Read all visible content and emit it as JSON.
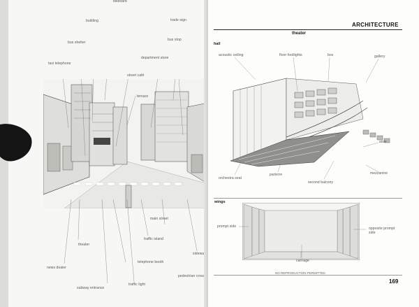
{
  "left_page": {
    "labels": [
      {
        "key": "billboard",
        "text": "billboard"
      },
      {
        "key": "building",
        "text": "building"
      },
      {
        "key": "bus_shelter",
        "text": "bus shelter"
      },
      {
        "key": "taxi_telephone",
        "text": "taxi telephone"
      },
      {
        "key": "street_cafe",
        "text": "street café"
      },
      {
        "key": "terrace",
        "text": "terrace"
      },
      {
        "key": "department_store",
        "text": "department store"
      },
      {
        "key": "trade_sign",
        "text": "trade sign"
      },
      {
        "key": "bus_stop",
        "text": "bus stop"
      },
      {
        "key": "main_street",
        "text": "main street"
      },
      {
        "key": "traffic_island",
        "text": "traffic island"
      },
      {
        "key": "theater",
        "text": "theater"
      },
      {
        "key": "telephone_booth",
        "text": "telephone booth"
      },
      {
        "key": "news_dealer",
        "text": "news dealer"
      },
      {
        "key": "traffic_light",
        "text": "traffic light"
      },
      {
        "key": "subway_entrance",
        "text": "subway entrance"
      },
      {
        "key": "pedestrian_crossing",
        "text": "pedestrian crossing"
      },
      {
        "key": "sidewalk",
        "text": "sidewalk"
      }
    ]
  },
  "right_page": {
    "section_header": "ARCHITECTURE",
    "title": "theater",
    "hall_label": "hall",
    "wings_label": "wings",
    "hall_labels": [
      {
        "key": "acoustic_ceiling",
        "text": "acoustic ceiling"
      },
      {
        "key": "footlights",
        "text": "floor footlights"
      },
      {
        "key": "box",
        "text": "box"
      },
      {
        "key": "gallery",
        "text": "gallery"
      },
      {
        "key": "aisle",
        "text": "aisle"
      },
      {
        "key": "mezzanine",
        "text": "mezzanine"
      },
      {
        "key": "orchestra_seat",
        "text": "orchestra seat"
      },
      {
        "key": "parterre",
        "text": "parterre"
      },
      {
        "key": "second_balcony",
        "text": "second balcony"
      }
    ],
    "wings_labels": [
      {
        "key": "prompt_side",
        "text": "prompt side"
      },
      {
        "key": "opposite_prompt_side",
        "text": "opposite prompt side"
      },
      {
        "key": "carriage",
        "text": "carriage"
      }
    ],
    "footer": "NO REPRODUCTION PERMITTED",
    "page_number": "169"
  }
}
